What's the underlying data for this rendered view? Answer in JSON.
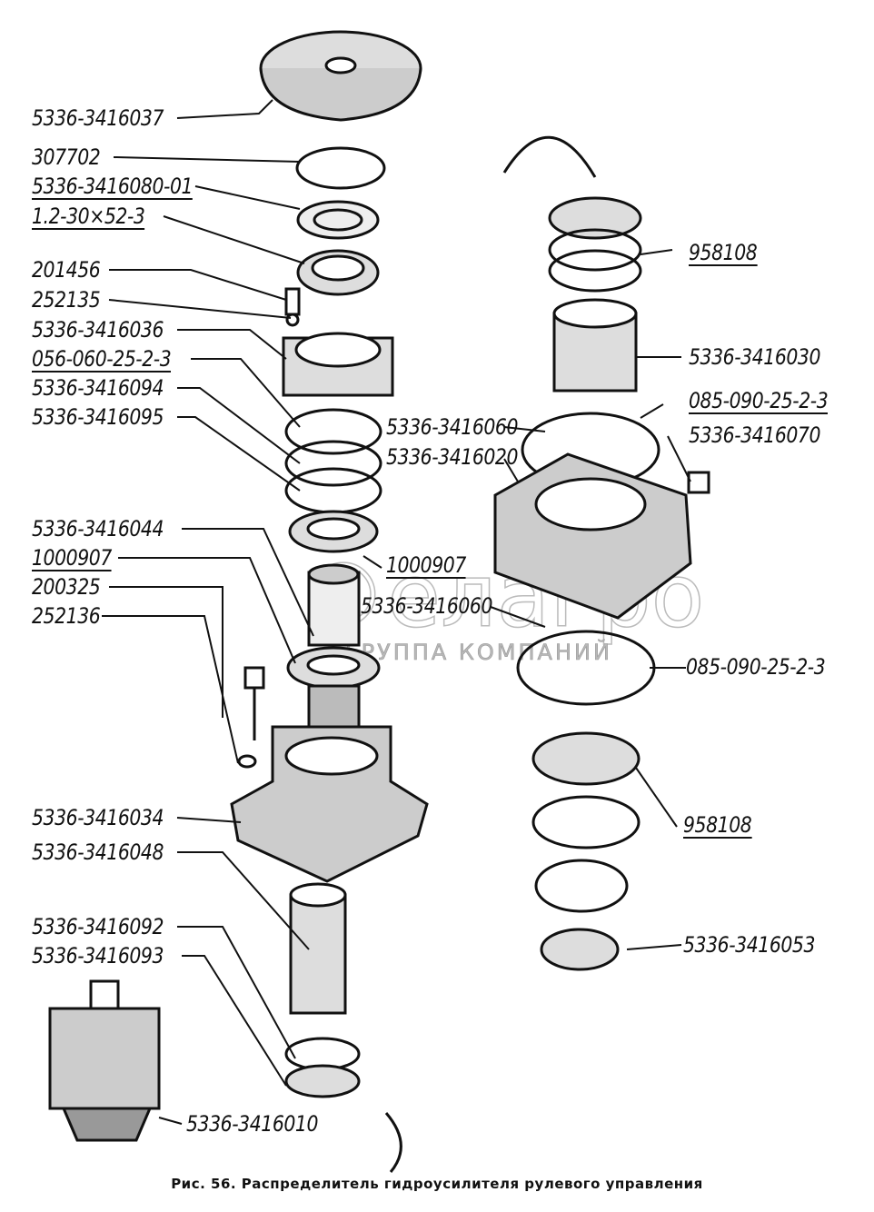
{
  "figure": {
    "caption": "Рис. 56. Распределитель гидроусилителя рулевого управления"
  },
  "watermark": {
    "brand": "елагро",
    "subtitle": "ГРУППА КОМПАНИЙ"
  },
  "labels": {
    "l1": "5336-3416037",
    "l2": "307702",
    "l3": "5336-3416080-01",
    "l4": "1.2-30×52-3",
    "l5": "201456",
    "l6": "252135",
    "l7": "5336-3416036",
    "l8": "056-060-25-2-3",
    "l9": "5336-3416094",
    "l10": "5336-3416095",
    "l11": "5336-3416044",
    "l12": "1000907",
    "l13": "200325",
    "l14": "252136",
    "l15": "5336-3416034",
    "l16": "5336-3416048",
    "l17": "5336-3416092",
    "l18": "5336-3416093",
    "l19": "5336-3416010",
    "c1": "1000907",
    "c2": "5336-3416060",
    "c3": "5336-3416020",
    "c4": "5336-3416060",
    "r1": "958108",
    "r2": "5336-3416030",
    "r3": "085-090-25-2-3",
    "r4": "5336-3416070",
    "r5": "085-090-25-2-3",
    "r6": "958108",
    "r7": "5336-3416053"
  }
}
